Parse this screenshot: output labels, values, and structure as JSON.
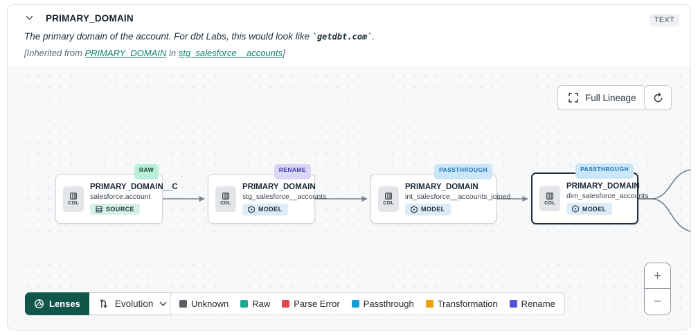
{
  "header": {
    "title": "PRIMARY_DOMAIN",
    "type_badge": "TEXT",
    "description_prefix": "The primary domain of the account. For dbt Labs, this would look like ",
    "description_code": "`getdbt.com`",
    "description_suffix": ".",
    "inherited_prefix": "[Inherited from ",
    "inherited_link_column": "PRIMARY_DOMAIN",
    "inherited_middle": " in ",
    "inherited_link_model": "stg_salesforce__accounts",
    "inherited_suffix": "]"
  },
  "toolbar": {
    "full_lineage_label": "Full Lineage"
  },
  "nodes": [
    {
      "name": "PRIMARY_DOMAIN__C",
      "table": "salesforce.account",
      "resource_label": "SOURCE",
      "col_label": "COL",
      "tag": "RAW"
    },
    {
      "name": "PRIMARY_DOMAIN",
      "table": "stg_salesforce__accounts",
      "resource_label": "MODEL",
      "col_label": "COL",
      "tag": "RENAME"
    },
    {
      "name": "PRIMARY_DOMAIN",
      "table": "int_salesforce__accounts_joined",
      "resource_label": "MODEL",
      "col_label": "COL",
      "tag": "PASSTHROUGH"
    },
    {
      "name": "PRIMARY_DOMAIN",
      "table": "dim_salesforce_accounts",
      "resource_label": "MODEL",
      "col_label": "COL",
      "tag": "PASSTHROUGH"
    }
  ],
  "lenses": {
    "button_label": "Lenses",
    "selected_lens": "Evolution"
  },
  "legend": {
    "items": [
      {
        "label": "Unknown",
        "color": "#5a6067"
      },
      {
        "label": "Raw",
        "color": "#1cab8e"
      },
      {
        "label": "Parse Error",
        "color": "#e0484e"
      },
      {
        "label": "Passthrough",
        "color": "#129fd4"
      },
      {
        "label": "Transformation",
        "color": "#f0a009"
      },
      {
        "label": "Rename",
        "color": "#5552d9"
      }
    ]
  },
  "zoom_controls": {
    "zoom_in": "+",
    "zoom_out": "−"
  },
  "colors": {
    "link": "#0f8174",
    "lenses_button_bg": "#11564b",
    "selected_node_border": "#222e3b",
    "canvas_bg": "#f7f8fa"
  }
}
